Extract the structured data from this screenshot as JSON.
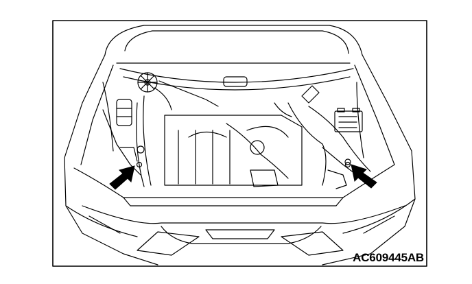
{
  "figure": {
    "reference_code": "AC609445AB",
    "subject": "engine-compartment",
    "arrows": [
      {
        "side": "left",
        "points_to": "mounting-point"
      },
      {
        "side": "right",
        "points_to": "mounting-point"
      }
    ],
    "colors": {
      "line": "#000000",
      "background": "#ffffff"
    }
  }
}
